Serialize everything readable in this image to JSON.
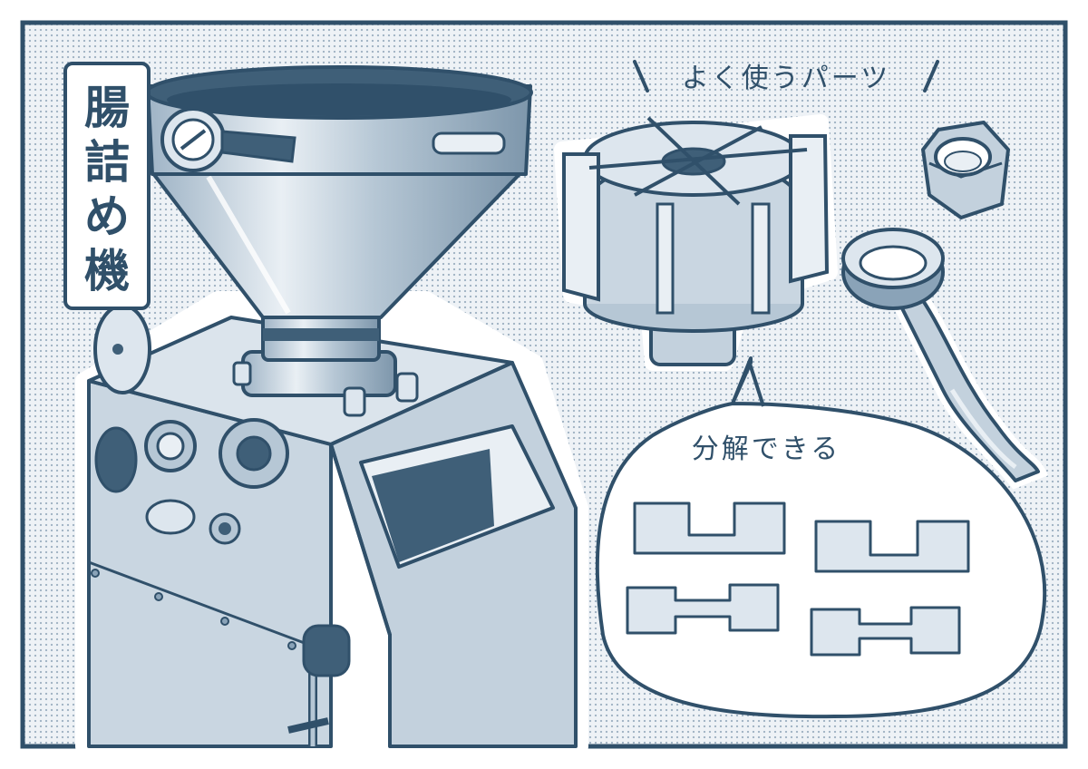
{
  "title": {
    "chars": [
      "腸",
      "詰",
      "め",
      "機"
    ]
  },
  "caption_parts": "よく使うパーツ",
  "caption_disassemble": "分解できる",
  "colors": {
    "ink": "#30506a",
    "dark": "#3f5f78",
    "mid": "#8aa3b8",
    "light": "#c3d1dd",
    "pale": "#dde6ee",
    "screentone": "#e4ebf1",
    "white": "#ffffff"
  },
  "icons": [
    "grinder-machine-icon",
    "impeller-blade-icon",
    "hex-nut-icon",
    "ring-wrench-icon",
    "disassembled-part-icon"
  ]
}
